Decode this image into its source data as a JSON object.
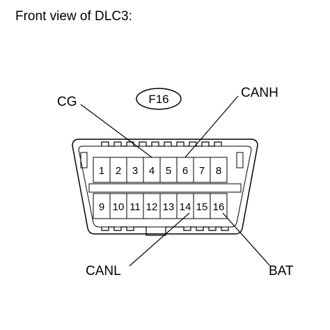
{
  "title": "Front view of DLC3:",
  "connector_id": "F16",
  "pins_top": [
    "1",
    "2",
    "3",
    "4",
    "5",
    "6",
    "7",
    "8"
  ],
  "pins_bottom": [
    "9",
    "10",
    "11",
    "12",
    "13",
    "14",
    "15",
    "16"
  ],
  "callouts": {
    "cg": "CG",
    "canh": "CANH",
    "canl": "CANL",
    "bat": "BAT"
  }
}
